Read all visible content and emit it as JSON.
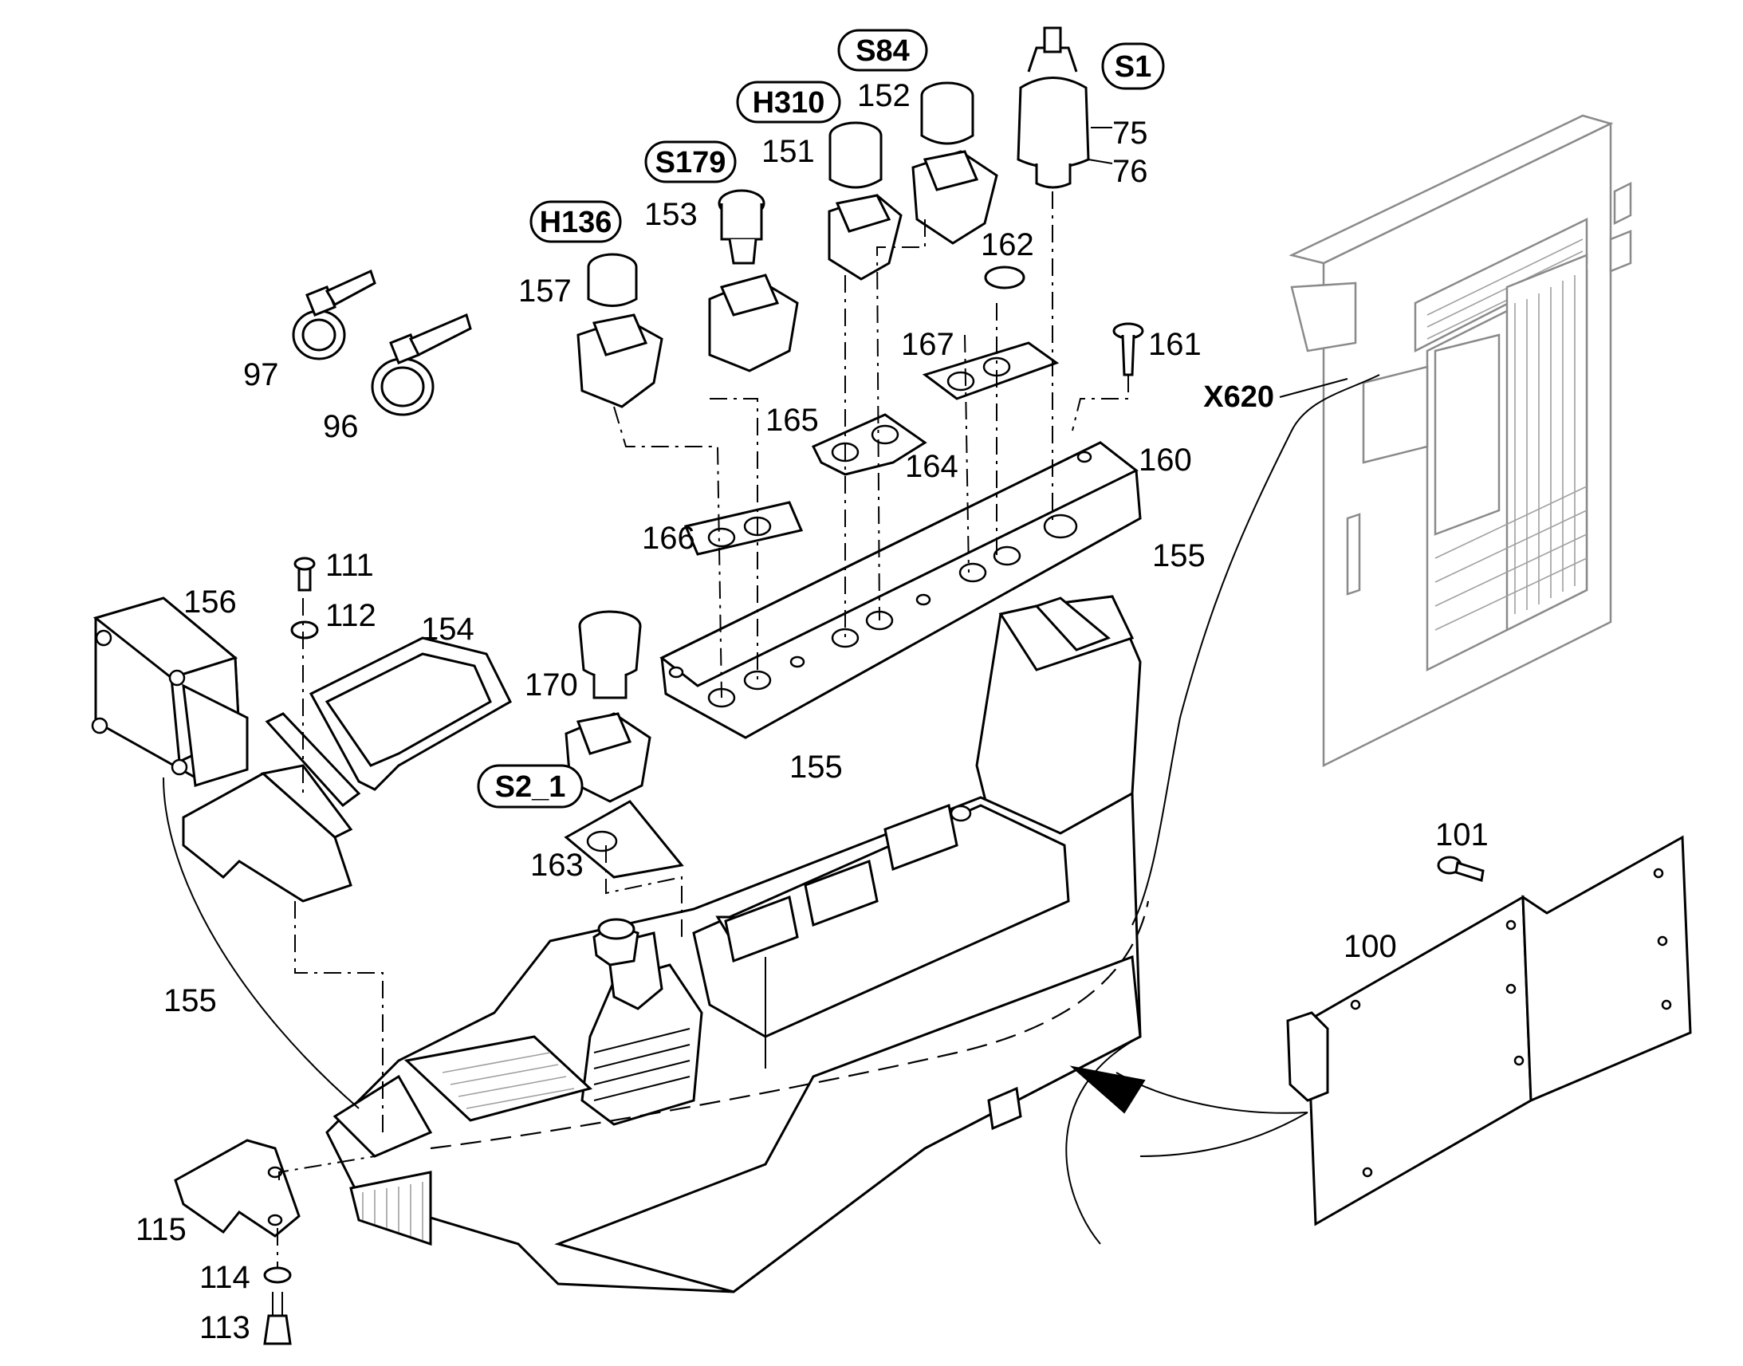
{
  "diagram": {
    "part_numbers": {
      "p97": "97",
      "p96": "96",
      "p157": "157",
      "p153": "153",
      "p151": "151",
      "p152": "152",
      "p75": "75",
      "p76": "76",
      "p162": "162",
      "p167": "167",
      "p161": "161",
      "p165": "165",
      "p164": "164",
      "p160": "160",
      "p166": "166",
      "p155a": "155",
      "p155b": "155",
      "p155c": "155",
      "p156": "156",
      "p111": "111",
      "p112": "112",
      "p154": "154",
      "p170": "170",
      "p163": "163",
      "p115": "115",
      "p114": "114",
      "p113": "113",
      "p101": "101",
      "p100": "100"
    },
    "designators": {
      "h136": "H136",
      "s179": "S179",
      "h310": "H310",
      "s84": "S84",
      "s1": "S1",
      "s2_1": "S2_1",
      "x620": "X620"
    }
  }
}
